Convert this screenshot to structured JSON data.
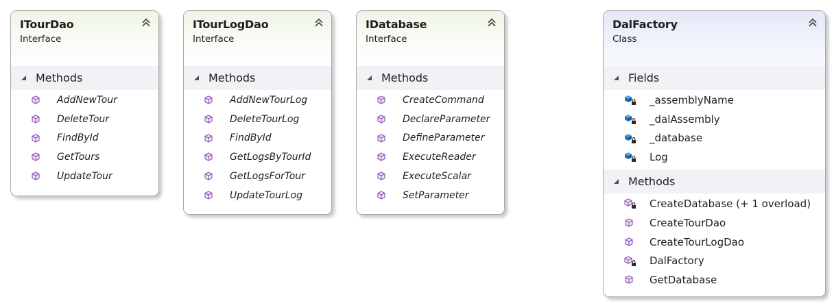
{
  "diagram_title": "",
  "shapes": [
    {
      "name": "ITourDao",
      "kind": "Interface",
      "sections": [
        {
          "title": "Methods",
          "members": [
            "AddNewTour",
            "DeleteTour",
            "FindById",
            "GetTours",
            "UpdateTour"
          ]
        }
      ]
    },
    {
      "name": "ITourLogDao",
      "kind": "Interface",
      "sections": [
        {
          "title": "Methods",
          "members": [
            "AddNewTourLog",
            "DeleteTourLog",
            "FindById",
            "GetLogsByTourId",
            "GetLogsForTour",
            "UpdateTourLog"
          ]
        }
      ]
    },
    {
      "name": "IDatabase",
      "kind": "Interface",
      "sections": [
        {
          "title": "Methods",
          "members": [
            "CreateCommand",
            "DeclareParameter",
            "DefineParameter",
            "ExecuteReader",
            "ExecuteScalar",
            "SetParameter"
          ]
        }
      ]
    },
    {
      "name": "DalFactory",
      "kind": "Class",
      "sections": [
        {
          "title": "Fields",
          "members": [
            "_assemblyName",
            "_dalAssembly",
            "_database",
            "Log"
          ],
          "member_icons": [
            "private-field-icon",
            "private-field-icon",
            "private-field-icon",
            "private-field-icon"
          ]
        },
        {
          "title": "Methods",
          "members": [
            "CreateDatabase (+ 1 overload)",
            "CreateTourDao",
            "CreateTourLogDao",
            "DalFactory",
            "GetDatabase"
          ],
          "member_icons": [
            "private-method-icon",
            "public-method-icon",
            "public-method-icon",
            "private-method-icon",
            "public-method-icon"
          ]
        }
      ]
    }
  ],
  "icons": {
    "collapse": "double-chevron-up-icon",
    "section_expanded": "triangle-expanded-icon",
    "method": "method-cube-icon",
    "field": "field-icon",
    "lock": "lock-overlay-icon"
  },
  "colors": {
    "interface_header": "#eef4e6",
    "class_header": "#e3e8f7",
    "section_band": "#f1f2f5",
    "method_icon": "#8a4fb5",
    "field_icon": "#1f6fb5",
    "border": "#a9a9a9",
    "text": "#1e1e1e"
  }
}
